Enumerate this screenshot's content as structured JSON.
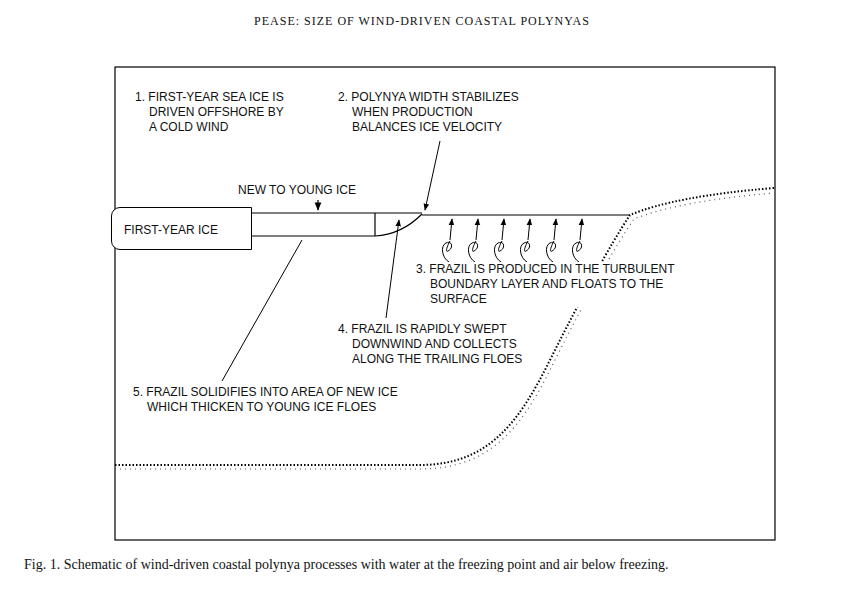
{
  "diagram": {
    "caption": "Fig. 1. Schematic of wind-driven coastal polynya processes with water at the freezing point and air below freezing.",
    "nodes": [
      {
        "text": [
          "FIRST-YEAR ICE"
        ]
      }
    ],
    "labels": [
      "PEASE: SIZE OF WIND-DRIVEN COASTAL POLYNYAS",
      "1. FIRST-YEAR SEA ICE IS DRIVEN OFFSHORE BY A COLD WIND",
      "2. POLYNYA WIDTH STABILIZES WHEN PRODUCTION BALANCES ICE VELOCITY",
      "NEW TO YOUNG ICE",
      "3. FRAZIL IS PRODUCED IN THE TURBULENT BOUNDARY LAYER AND FLOATS TO THE SURFACE",
      "4. FRAZIL IS RAPIDLY SWEPT DOWNWIND AND COLLECTS ALONG THE TRAILING FLOES",
      "5. FRAZIL SOLIDIFIES INTO AREA OF NEW ICE WHICH THICKEN TO YOUNG ICE FLOES"
    ]
  }
}
